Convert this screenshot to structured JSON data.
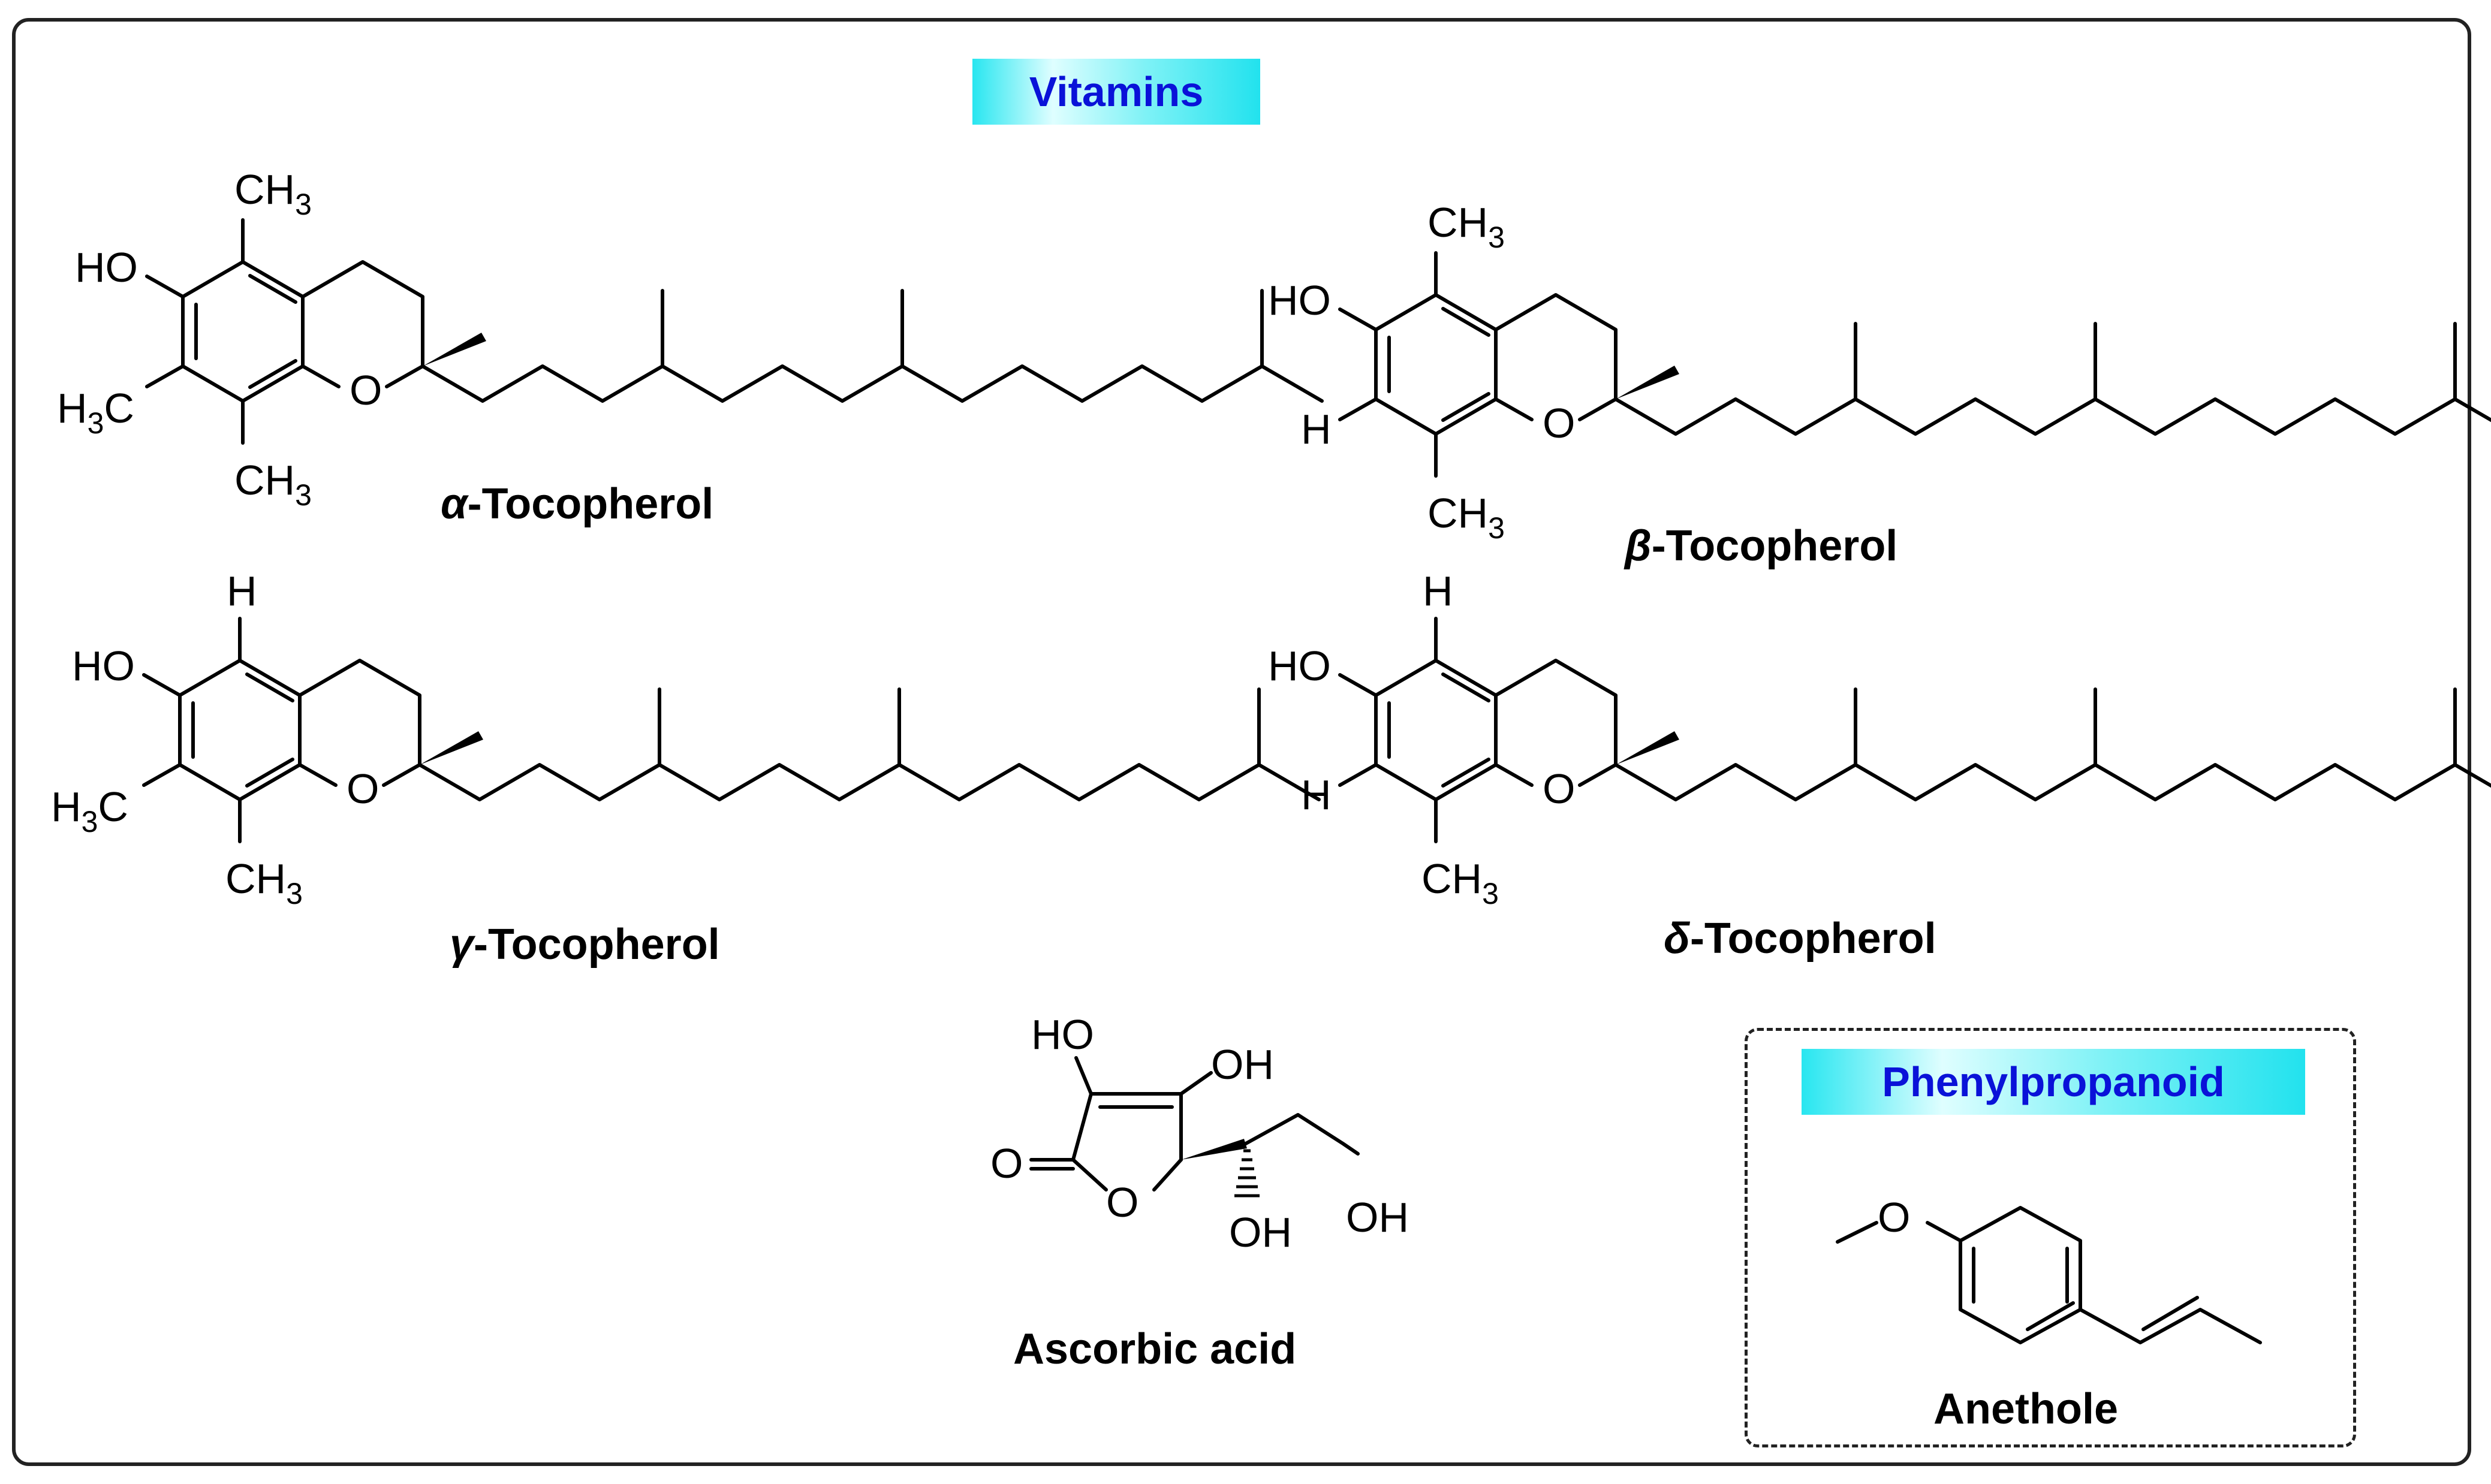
{
  "sections": {
    "vitamins_badge": "Vitamins",
    "phenylpropanoid_badge": "Phenylpropanoid"
  },
  "compounds": {
    "alpha": {
      "greek": "α",
      "name": "-Tocopherol"
    },
    "beta": {
      "greek": "β",
      "name": "-Tocopherol"
    },
    "gamma": {
      "greek": "γ",
      "name": "-Tocopherol"
    },
    "delta": {
      "greek": "δ",
      "name": "-Tocopherol"
    },
    "ascorbic": {
      "name": "Ascorbic acid"
    },
    "anethole": {
      "name": "Anethole"
    }
  },
  "atom_labels": {
    "HO": "HO",
    "OH": "OH",
    "O": "O",
    "H": "H",
    "CH3": "CH",
    "H3C_H": "H",
    "H3C_C": "C",
    "sub3": "3"
  },
  "colors": {
    "badge_text": "#0a12d8",
    "badge_bg": "#28e6f0",
    "frame": "#222222"
  }
}
